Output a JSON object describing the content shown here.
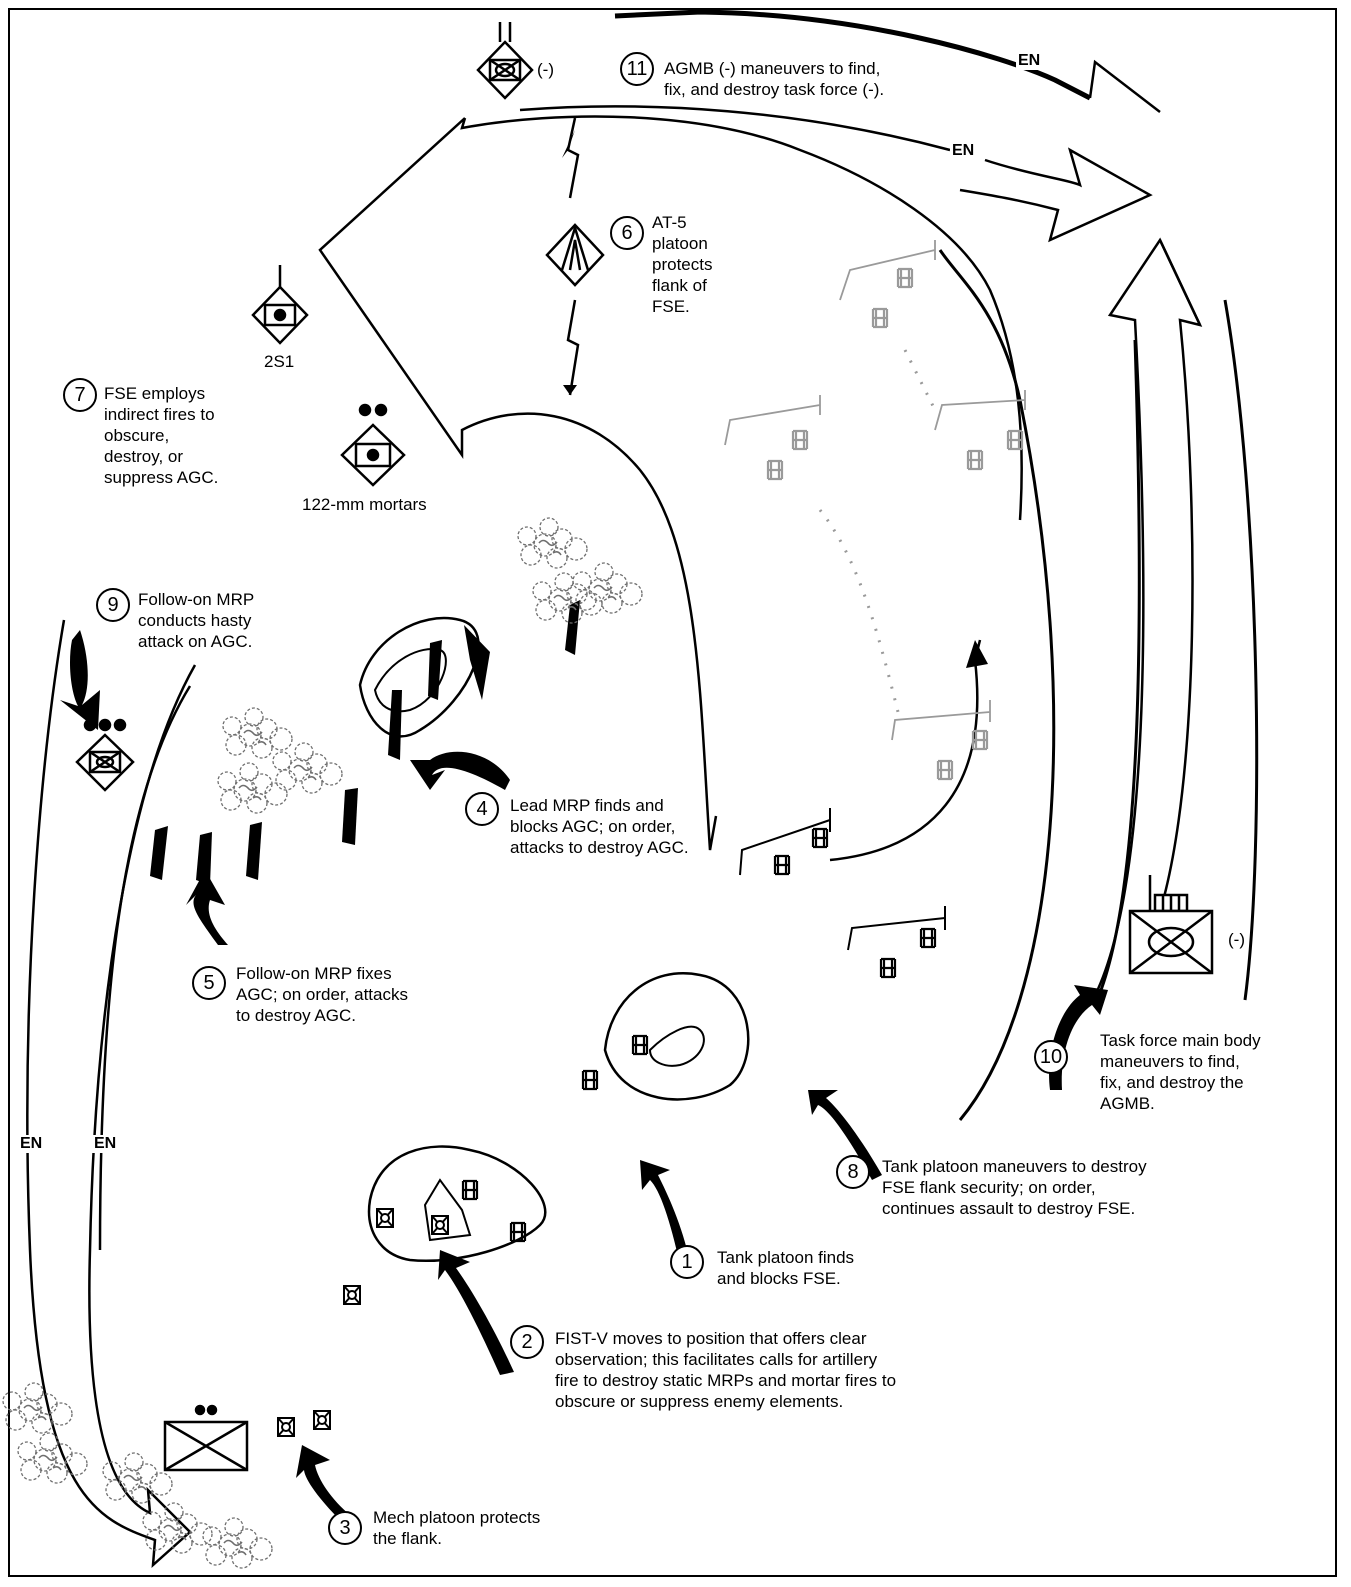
{
  "steps": [
    {
      "number": "1",
      "text": "Tank platoon finds\nand blocks FSE."
    },
    {
      "number": "2",
      "text": "FIST-V moves to position that offers clear\nobservation; this facilitates calls for artillery\nfire to destroy static MRPs and mortar fires to\nobscure or suppress enemy elements."
    },
    {
      "number": "3",
      "text": "Mech platoon protects\nthe flank."
    },
    {
      "number": "4",
      "text": "Lead MRP finds and\nblocks AGC; on order,\nattacks to destroy AGC."
    },
    {
      "number": "5",
      "text": "Follow-on MRP fixes\nAGC; on order, attacks\nto destroy AGC."
    },
    {
      "number": "6",
      "text": "AT-5\nplatoon\nprotects\nflank of\nFSE."
    },
    {
      "number": "7",
      "text": "FSE employs\nindirect fires to\nobscure,\ndestroy, or\nsuppress AGC."
    },
    {
      "number": "8",
      "text": "Tank platoon maneuvers to destroy\nFSE flank security; on order,\ncontinues assault to destroy FSE."
    },
    {
      "number": "9",
      "text": "Follow-on MRP\nconducts hasty\nattack on AGC."
    },
    {
      "number": "10",
      "text": "Task force main body\nmaneuvers to find,\nfix, and destroy the\nAGMB."
    },
    {
      "number": "11",
      "text": "AGMB (-) maneuvers to find,\nfix, and destroy task force (-)."
    }
  ],
  "labels": {
    "enemy": "EN",
    "reduced": "(-)",
    "artillery_2s1": "2S1",
    "mortars": "122-mm mortars"
  },
  "colors": {
    "line": "#000000",
    "ghost": "#9a9a9a",
    "background": "#ffffff"
  },
  "icons": [
    "infantry-unit-symbol-icon",
    "artillery-unit-symbol-icon",
    "antitank-unit-symbol-icon",
    "armor-unit-symbol-icon",
    "tank-icon",
    "mech-vehicle-icon",
    "smoke-cloud-icon",
    "maneuver-arrow-icon"
  ]
}
